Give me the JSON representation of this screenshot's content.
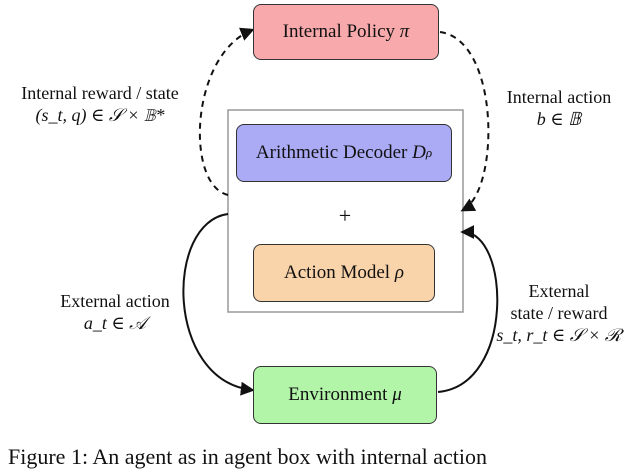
{
  "boxes": {
    "policy": {
      "label": "Internal Policy",
      "sym": "π",
      "fill": "#f7a9ab"
    },
    "decoder": {
      "label": "Arithmetic Decoder",
      "sym": "D",
      "sub": "ρ",
      "fill": "#abaaf5"
    },
    "plus": "+",
    "model": {
      "label": "Action Model",
      "sym": "ρ",
      "fill": "#f9d3a9"
    },
    "env": {
      "label": "Environment",
      "sym": "μ",
      "fill": "#b2f5a9"
    }
  },
  "labels": {
    "internal_reward": {
      "line1": "Internal reward / state",
      "line2": "(s_t, q) ∈ 𝒮 × 𝔹*"
    },
    "internal_action": {
      "line1": "Internal action",
      "line2": "b ∈ 𝔹"
    },
    "external_action": {
      "line1": "External action",
      "line2": "a_t ∈ 𝒜"
    },
    "external_state": {
      "line1": "External",
      "line2": "state / reward",
      "line3": "s_t, r_t ∈ 𝒮 × ℛ"
    }
  },
  "caption": "Figure 1: An agent as in agent box with internal action"
}
